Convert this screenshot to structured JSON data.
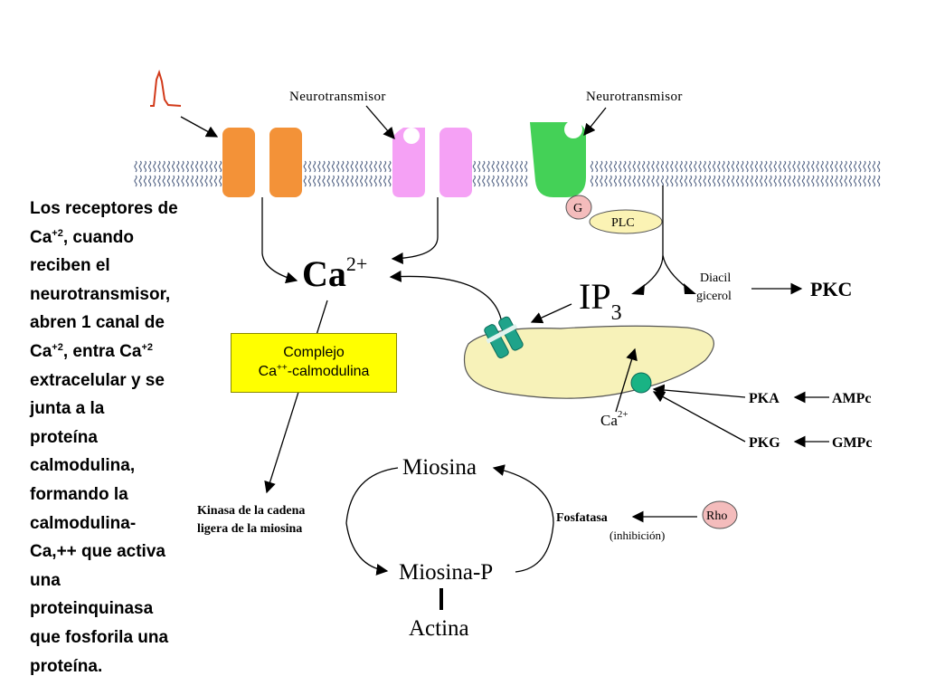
{
  "labels": {
    "neurotransmisor_1": "Neurotransmisor",
    "neurotransmisor_2": "Neurotransmisor",
    "g": "G",
    "plc": "PLC",
    "ca": "Ca",
    "ca_sup": "2+",
    "ip": "IP",
    "ip_sub": "3",
    "diacil": "Diacil",
    "gicerol": "gicerol",
    "pkc": "PKC",
    "pka": "PKA",
    "ampc": "AMPc",
    "pkg": "PKG",
    "gmpc": "GMPc",
    "ca_small": "Ca",
    "ca_small_sup": "2+",
    "miosina": "Miosina",
    "miosina_p": "Miosina-P",
    "actina": "Actina",
    "kinasa_1": "Kinasa de la cadena",
    "kinasa_2": "ligera de la miosina",
    "fosfatasa": "Fosfatasa",
    "inhibicion": "(inhibición)",
    "rho": "Rho"
  },
  "complejo": {
    "line1": "Complejo",
    "line2_a": "Ca",
    "line2_sup": "++",
    "line2_b": "-calmodulina"
  },
  "side_text": {
    "l1": "Los receptores de",
    "l2a": "Ca",
    "l2sup": "+2",
    "l2b": ", cuando",
    "l3": "reciben el",
    "l4": "neurotransmisor,",
    "l5": "abren 1 canal de",
    "l6a": "Ca",
    "l6sup": "+2",
    "l6b": ", entra Ca",
    "l6sup2": "+2",
    "l7": "extracelular y se",
    "l8": "junta a la",
    "l9": "proteína",
    "l10": "calmodulina,",
    "l11": "formando la",
    "l12": "calmodulina-",
    "l13": "Ca,++ que activa",
    "l14": "una",
    "l15": "proteinquinasa",
    "l16": "que fosforila una",
    "l17": "proteína."
  },
  "colors": {
    "channel_orange": "#f39238",
    "receptor_pink": "#f5a1f5",
    "receptor_green": "#44d157",
    "g_protein": "#f4bcbc",
    "plc": "#fbf3b4",
    "er": "#f7f2b9",
    "ip3_channel": "#1fa38a",
    "dot_green": "#19b384",
    "highlight": "#ffff00",
    "action_potential": "#d23a1a"
  }
}
